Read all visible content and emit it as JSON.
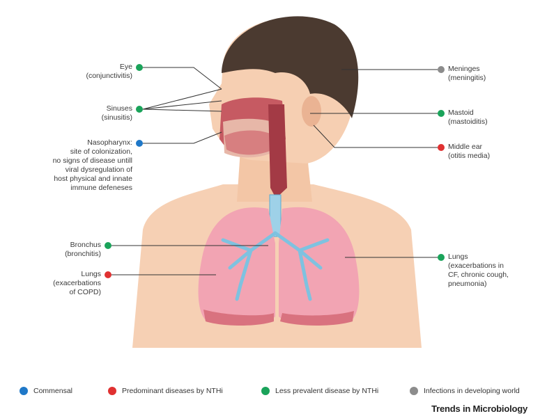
{
  "colors": {
    "commensal": "#1f78c8",
    "predominant": "#e03131",
    "less_prevalent": "#1aa35a",
    "developing": "#8c8c8c"
  },
  "labels": {
    "eye": {
      "title": "Eye",
      "sub": "(conjunctivitis)"
    },
    "sinuses": {
      "title": "Sinuses",
      "sub": "(sinusitis)"
    },
    "nasopharynx": {
      "line1": "Nasopharynx:",
      "line2": "site of colonization,",
      "line3": "no signs of disease untill",
      "line4": "viral dysregulation of",
      "line5": "host physical and innate",
      "line6": "immune defeneses"
    },
    "bronchus": {
      "title": "Bronchus",
      "sub": "(bronchitis)"
    },
    "lungs_left": {
      "line1": "Lungs",
      "line2": "(exacerbations",
      "line3": "of COPD)"
    },
    "meninges": {
      "title": "Meninges",
      "sub": "(meningitis)"
    },
    "mastoid": {
      "title": "Mastoid",
      "sub": "(mastoiditis)"
    },
    "middle_ear": {
      "title": "Middle ear",
      "sub": "(otitis media)"
    },
    "lungs_right": {
      "line1": "Lungs",
      "line2": "(exacerbations in",
      "line3": "CF, chronic cough,",
      "line4": "pneumonia)"
    }
  },
  "legend": {
    "commensal": "Commensal",
    "predominant": "Predominant diseases by NTHi",
    "less_prevalent": "Less prevalent disease by NTHi",
    "developing": "Infections in developing world"
  },
  "brand": "Trends in Microbiology"
}
